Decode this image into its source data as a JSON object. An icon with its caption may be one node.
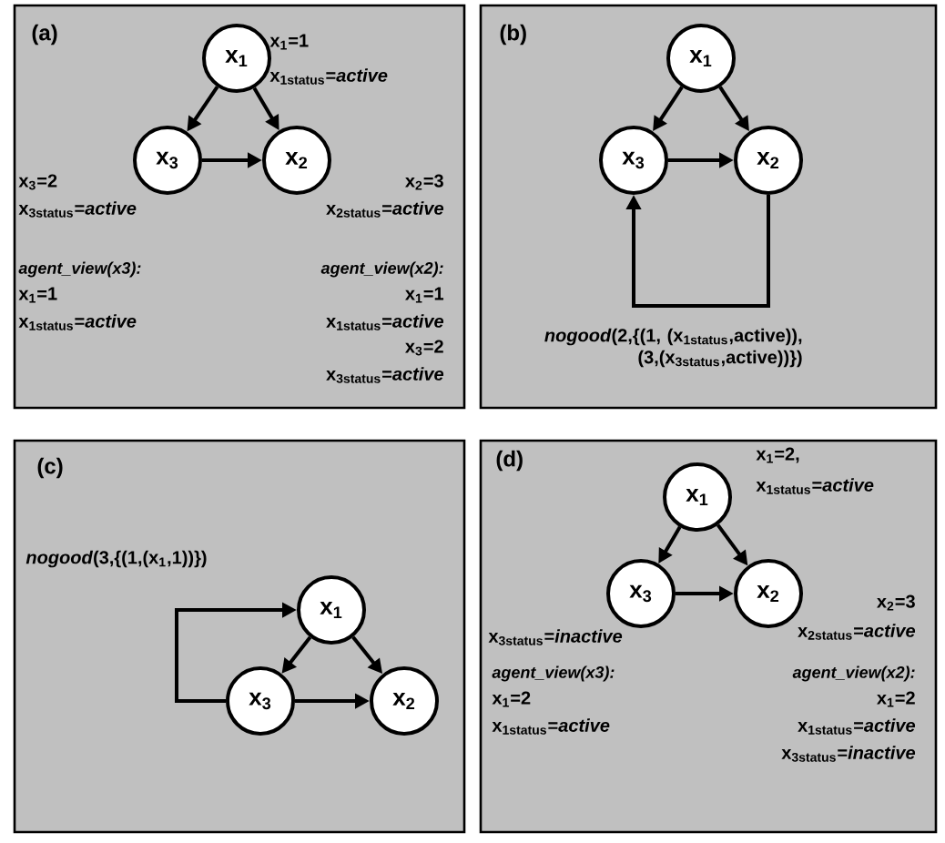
{
  "diagram": {
    "nodes": [
      {
        "text": [
          "(a)",
          "x$_{1}$=1",
          "x$_{1status}$=*active*",
          "x$_{3}$=2",
          "x$_{3status}$=*active*",
          "x$_{2}$=3",
          "x$_{2status}$=*active*",
          "agent_view(x3):",
          "x$_{1}$=1",
          "x$_{1status}$=*active*",
          "agent_view(x2):",
          "x$_{1}$=1",
          "x$_{1status}$=*active*",
          "x$_{3}$=2",
          "x$_{3status}$=*active*"
        ]
      },
      {
        "text": [
          "x$_{1}$"
        ],
        "in": 0
      },
      {
        "text": [
          "x$_{3}$"
        ],
        "in": 0
      },
      {
        "text": [
          "x$_{2}$"
        ],
        "in": 0
      },
      {
        "text": [
          "(b)"
        ]
      },
      {
        "text": [
          "x$_{1}$"
        ],
        "in": 4
      },
      {
        "text": [
          "x$_{3}$"
        ],
        "in": 4
      },
      {
        "text": [
          "x$_{2}$"
        ],
        "in": 4
      },
      {
        "text": [
          "(c)"
        ]
      },
      {
        "text": [
          "x$_{1}$"
        ],
        "in": 8
      },
      {
        "text": [
          "x$_{3}$"
        ],
        "in": 8
      },
      {
        "text": [
          "x$_{2}$"
        ],
        "in": 8
      },
      {
        "text": [
          "(d)",
          "x$_{1}$=2,",
          "x$_{1status}$=*active*",
          "x$_{2}$=3",
          "x$_{3status}$=*inactive*",
          "x$_{2status}$=*active*",
          "agent_view(x3):",
          "x$_{1}$=2",
          "x$_{1status}$=*active*",
          "agent_view(x2):",
          "x$_{1}$=2",
          "x$_{1status}$=*active*",
          "x$_{3status}$=*inactive*"
        ]
      },
      {
        "text": [
          "x$_{1}$"
        ],
        "in": 12
      },
      {
        "text": [
          "x$_{3}$"
        ],
        "in": 12
      },
      {
        "text": [
          "x$_{2}$"
        ],
        "in": 12
      }
    ],
    "edges": [
      {
        "from": 1,
        "to": 2,
        "arrow": "to"
      },
      {
        "from": 1,
        "to": 3,
        "arrow": "to"
      },
      {
        "from": 2,
        "to": 3,
        "arrow": "to"
      },
      {
        "from": 5,
        "to": 6,
        "arrow": "to"
      },
      {
        "from": 5,
        "to": 7,
        "arrow": "to"
      },
      {
        "from": 6,
        "to": 7,
        "arrow": "to"
      },
      {
        "from": 7,
        "to": 6,
        "arrow": "to",
        "label": "*nogood*(2,{(1, (x$_{1status}$,active)), (3,(x$_{3status}$,active))})"
      },
      {
        "from": 9,
        "to": 10,
        "arrow": "to"
      },
      {
        "from": 9,
        "to": 11,
        "arrow": "to"
      },
      {
        "from": 10,
        "to": 11,
        "arrow": "to"
      },
      {
        "from": 10,
        "to": 9,
        "arrow": "to",
        "label": "*nogood*(3,{(1,(x$_{1}$,1))})"
      },
      {
        "from": 13,
        "to": 14,
        "arrow": "to"
      },
      {
        "from": 13,
        "to": 15,
        "arrow": "to"
      },
      {
        "from": 14,
        "to": 15,
        "arrow": "to"
      }
    ]
  }
}
